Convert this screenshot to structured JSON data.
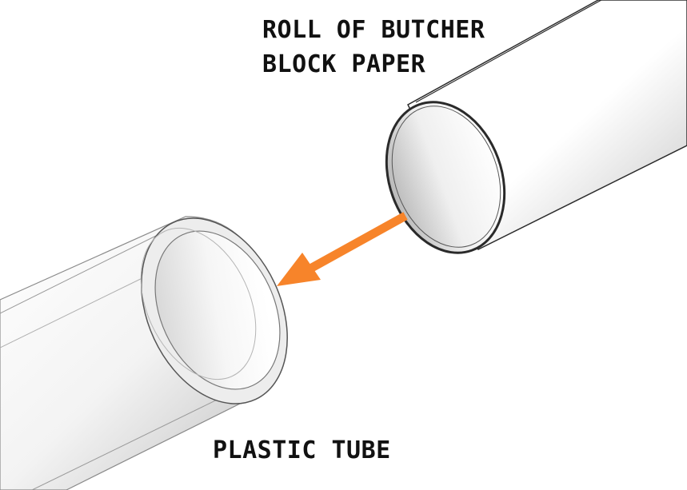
{
  "labels": {
    "roll_line1": "ROLL OF BUTCHER",
    "roll_line2": "BLOCK PAPER",
    "tube": "PLASTIC TUBE"
  },
  "colors": {
    "arrow": "#f7842a",
    "outline_dark": "#2a2a2a",
    "outline_tube": "#8a8a8a",
    "shade": "#bdbdbd",
    "background": "#ffffff"
  },
  "icons": {
    "arrow": "insert-direction-arrow-icon"
  }
}
